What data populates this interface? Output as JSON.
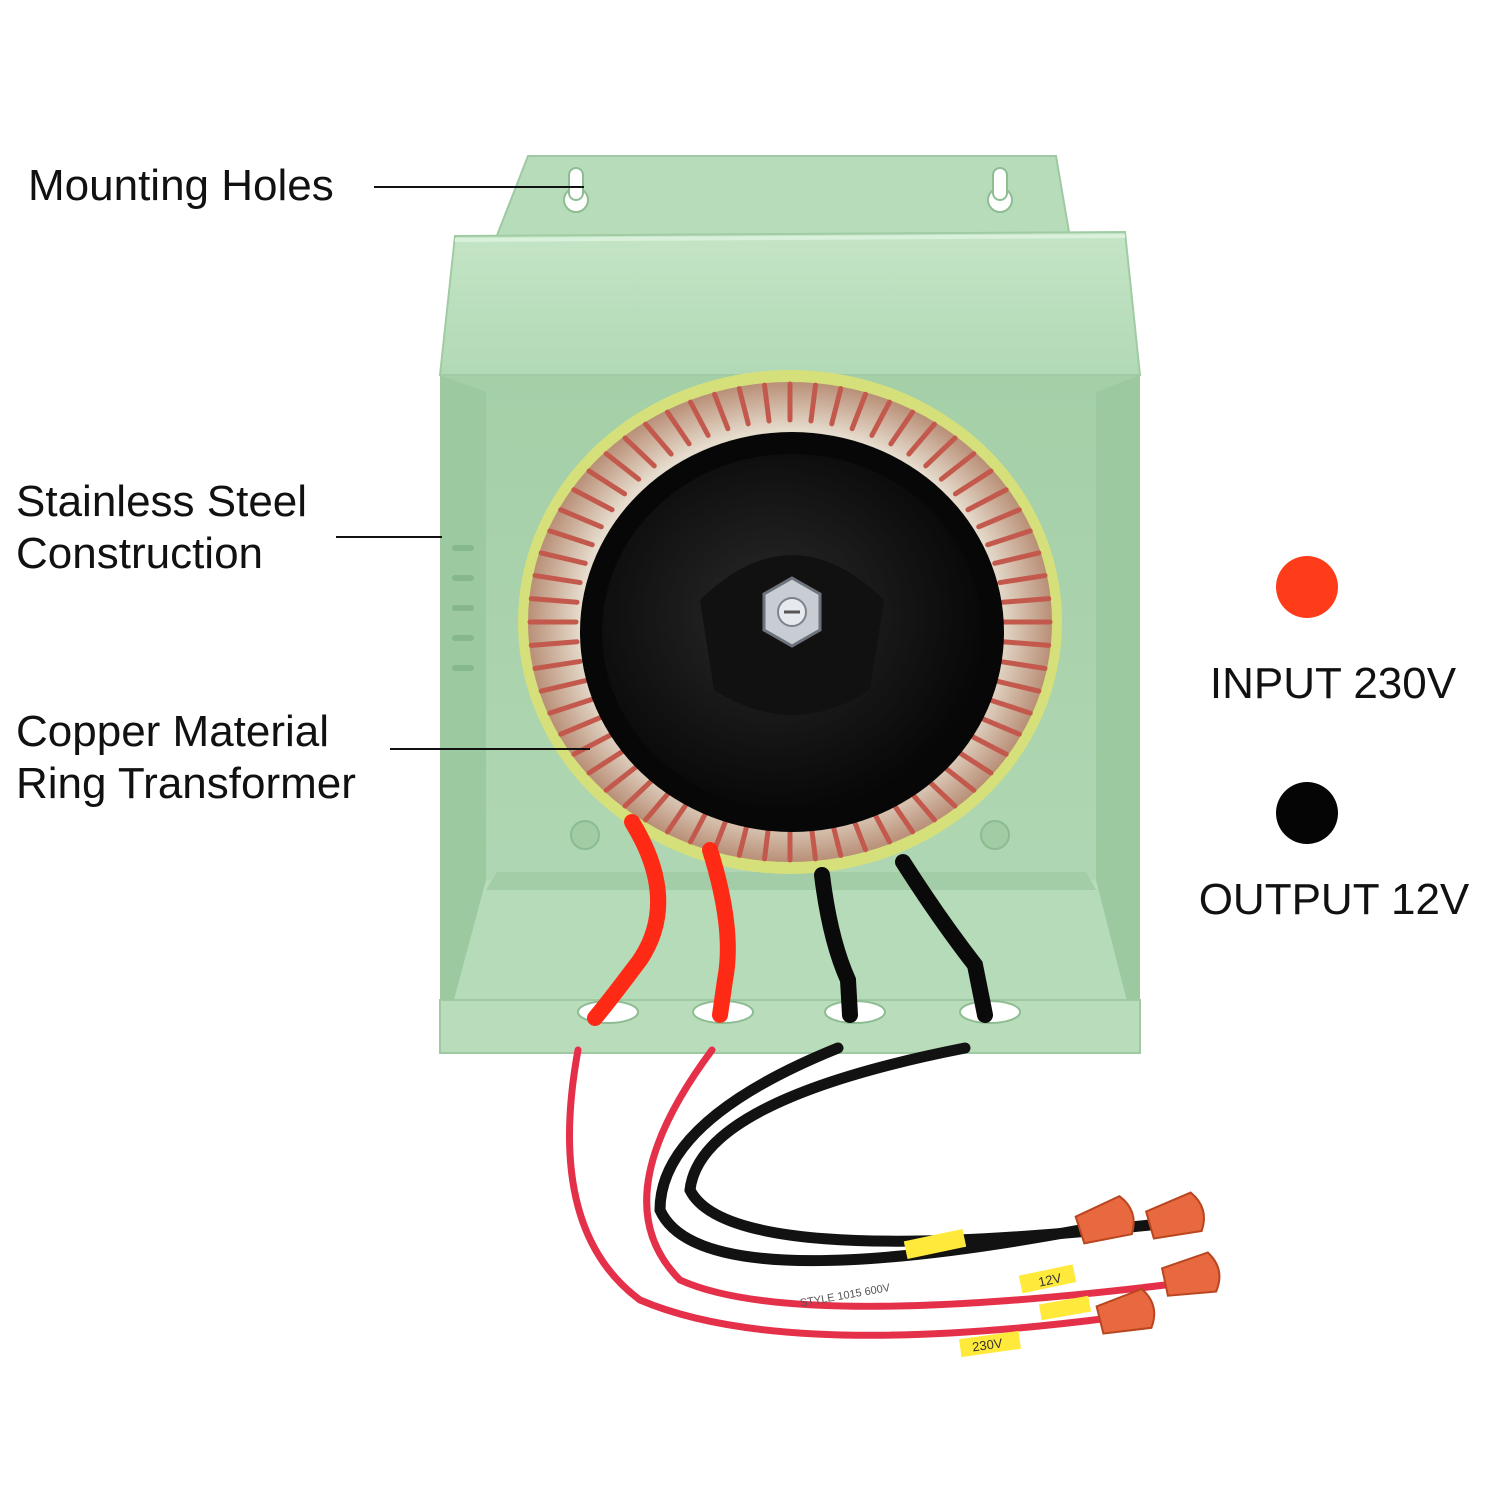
{
  "callouts": {
    "mounting_holes": "Mounting Holes",
    "stainless_line1": "Stainless Steel",
    "stainless_line2": "Construction",
    "copper_line1": "Copper Material",
    "copper_line2": "Ring Transformer"
  },
  "legend": {
    "input": {
      "label": "INPUT 230V",
      "color": "#ff3c1a"
    },
    "output": {
      "label": "OUTPUT 12V",
      "color": "#050505"
    }
  },
  "wire_tags": {
    "low_voltage": "12V",
    "high_voltage": "230V",
    "cable_print": "STYLE 1015 600V"
  },
  "colors": {
    "housing": "#b6dcb9",
    "housing_inner": "#a8d2ab",
    "housing_shadow": "#8fc194",
    "copper": "#c3594c",
    "core_black": "#0b0b0b",
    "wire_red": "#e5304a",
    "connector_orange": "#e8683f",
    "tag_yellow": "#ffe93a"
  }
}
